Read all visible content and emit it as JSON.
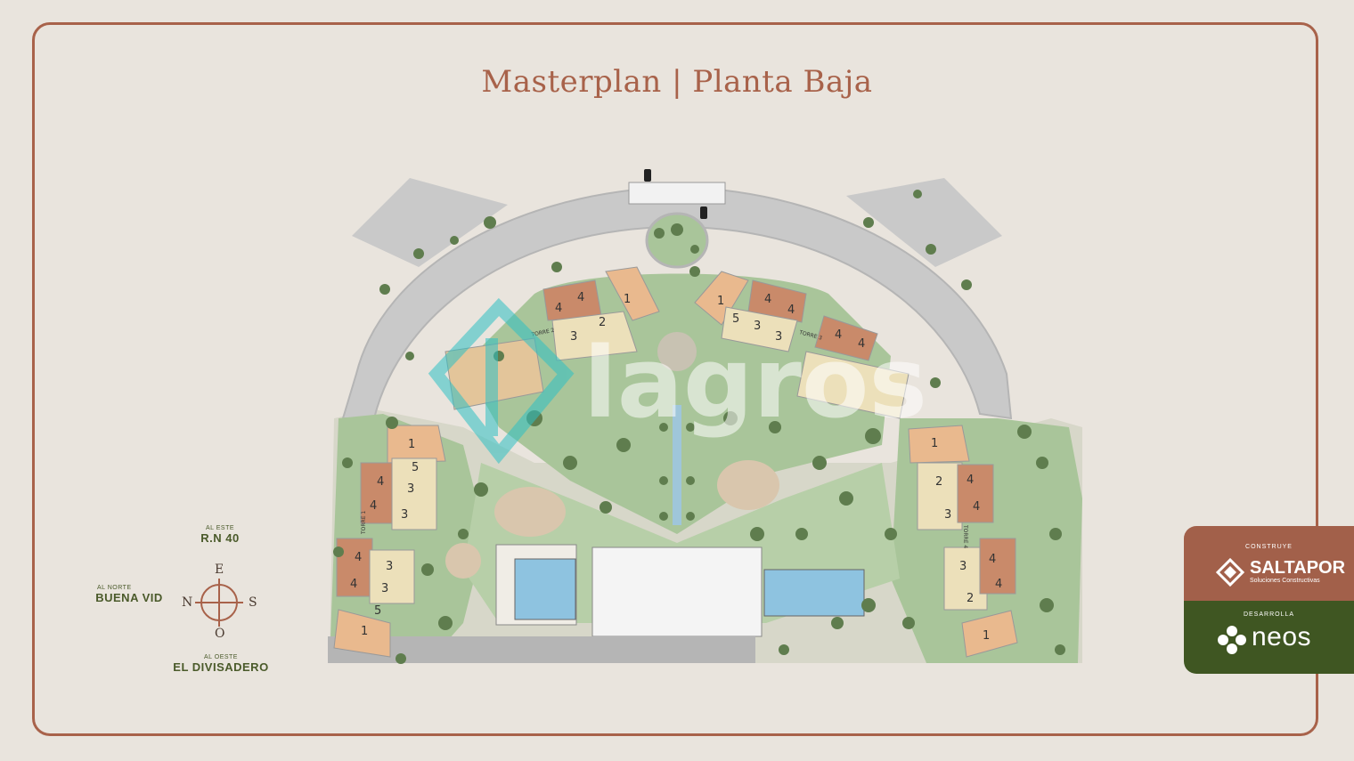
{
  "title": "Masterplan | Planta Baja",
  "watermark": "lagros",
  "directions": {
    "east_small": "AL ESTE",
    "east_big": "R.N 40",
    "north_small": "AL NORTE",
    "north_big": "BUENA VID",
    "west_small": "AL OESTE",
    "west_big": "EL DIVISADERO"
  },
  "compass": {
    "top": "E",
    "left": "N",
    "right": "S",
    "bottom": "O"
  },
  "builder": {
    "caption": "CONSTRUYE",
    "name": "SALTAPOR",
    "sub": "Soluciones Constructivas"
  },
  "developer": {
    "caption": "DESARROLLA",
    "name": "neos"
  },
  "towers": [
    "TORRE 1",
    "TORRE 2",
    "TORRE 3",
    "TORRE 4"
  ],
  "colors": {
    "accent": "#a8624a",
    "green": "#3f5622",
    "unit1": "#e9b98e",
    "unit2": "#e3c59a",
    "unit3": "#ece0ba",
    "unit4": "#c98a6a",
    "unit5": "#d9c58f"
  }
}
